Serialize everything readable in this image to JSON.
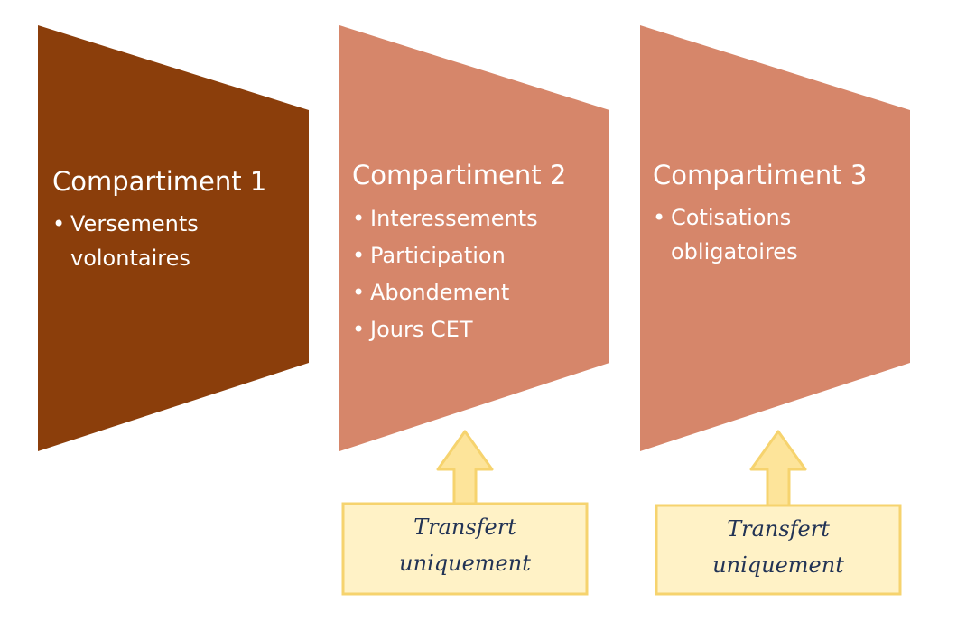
{
  "colors": {
    "compartment_1": "#8B3E0B",
    "compartment_2": "#D6866A",
    "compartment_3": "#D6866A",
    "transfer_fill": "#FFF2C6",
    "transfer_border": "#F6D36E",
    "arrow_fill": "#FDE49A",
    "transfer_text": "#223355"
  },
  "compartments": [
    {
      "title": "Compartiment 1",
      "items": [
        "Versements volontaires"
      ]
    },
    {
      "title": "Compartiment 2",
      "items": [
        "Interessements",
        "Participation",
        "Abondement",
        "Jours CET"
      ]
    },
    {
      "title": "Compartiment 3",
      "items": [
        "Cotisations obligatoires"
      ]
    }
  ],
  "transfers": [
    {
      "label": "Transfert\nuniquement",
      "points_to": "Compartiment 2"
    },
    {
      "label": "Transfert\nuniquement",
      "points_to": "Compartiment 3"
    }
  ]
}
